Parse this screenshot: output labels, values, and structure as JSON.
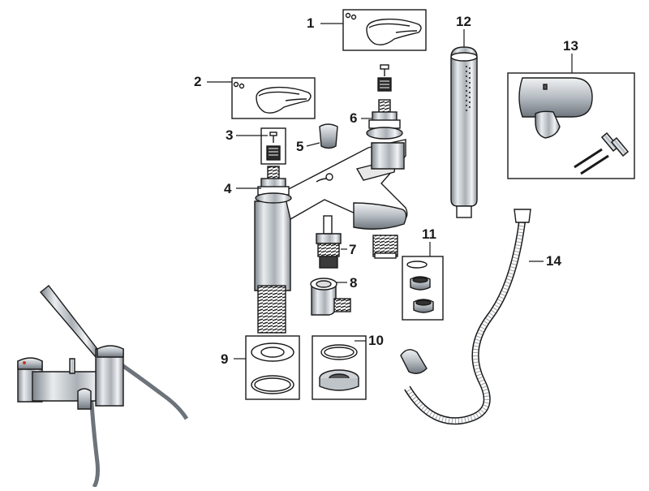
{
  "parts": [
    {
      "number": "1",
      "name": "hot-handle"
    },
    {
      "number": "2",
      "name": "cold-handle"
    },
    {
      "number": "3",
      "name": "handle-screw-adaptor"
    },
    {
      "number": "4",
      "name": "cold-cartridge"
    },
    {
      "number": "5",
      "name": "indicator-cap"
    },
    {
      "number": "6",
      "name": "hot-cartridge"
    },
    {
      "number": "7",
      "name": "diverter-cartridge"
    },
    {
      "number": "8",
      "name": "hose-outlet-elbow"
    },
    {
      "number": "9",
      "name": "base-washer-set-left"
    },
    {
      "number": "10",
      "name": "base-washer-set-right"
    },
    {
      "number": "11",
      "name": "aerator-set"
    },
    {
      "number": "12",
      "name": "hand-shower"
    },
    {
      "number": "13",
      "name": "wall-bracket-kit"
    },
    {
      "number": "14",
      "name": "shower-hose"
    }
  ],
  "colors": {
    "line": "#1a1a1a",
    "chrome": "#c9cdd2",
    "chrome_dark": "#6d737a",
    "part_fill": "#ffffff"
  }
}
